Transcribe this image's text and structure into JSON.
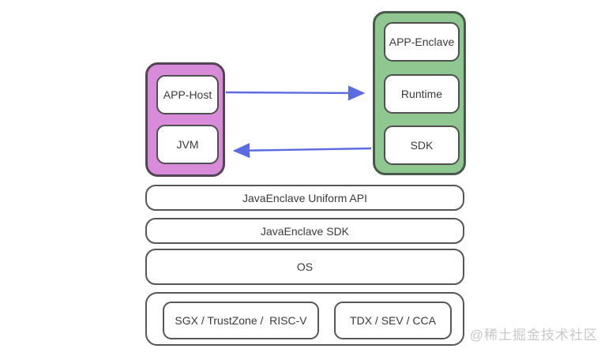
{
  "diagram": {
    "host_group": {
      "items": [
        {
          "label": "APP-Host"
        },
        {
          "label": "JVM"
        }
      ]
    },
    "enclave_group": {
      "items": [
        {
          "label": "APP-Enclave"
        },
        {
          "label": "Runtime"
        },
        {
          "label": "SDK"
        }
      ]
    },
    "layers": [
      {
        "label": "JavaEnclave Uniform API"
      },
      {
        "label": "JavaEnclave SDK"
      },
      {
        "label": "OS"
      }
    ],
    "hardware": {
      "items": [
        {
          "label": "SGX / TrustZone /  RISC-V"
        },
        {
          "label": "TDX / SEV / CCA"
        }
      ]
    },
    "arrows": [
      {
        "from": "APP-Host",
        "to": "Runtime",
        "direction": "right"
      },
      {
        "from": "SDK",
        "to": "JVM",
        "direction": "left"
      }
    ]
  },
  "watermark": "@稀土掘金技术社区",
  "colors": {
    "host_fill": "#d78bd8",
    "enclave_fill": "#90c791",
    "arrow": "#5b6ce0",
    "box_border": "#565656",
    "text": "#3a3a3a",
    "watermark": "#c8c8c8"
  }
}
